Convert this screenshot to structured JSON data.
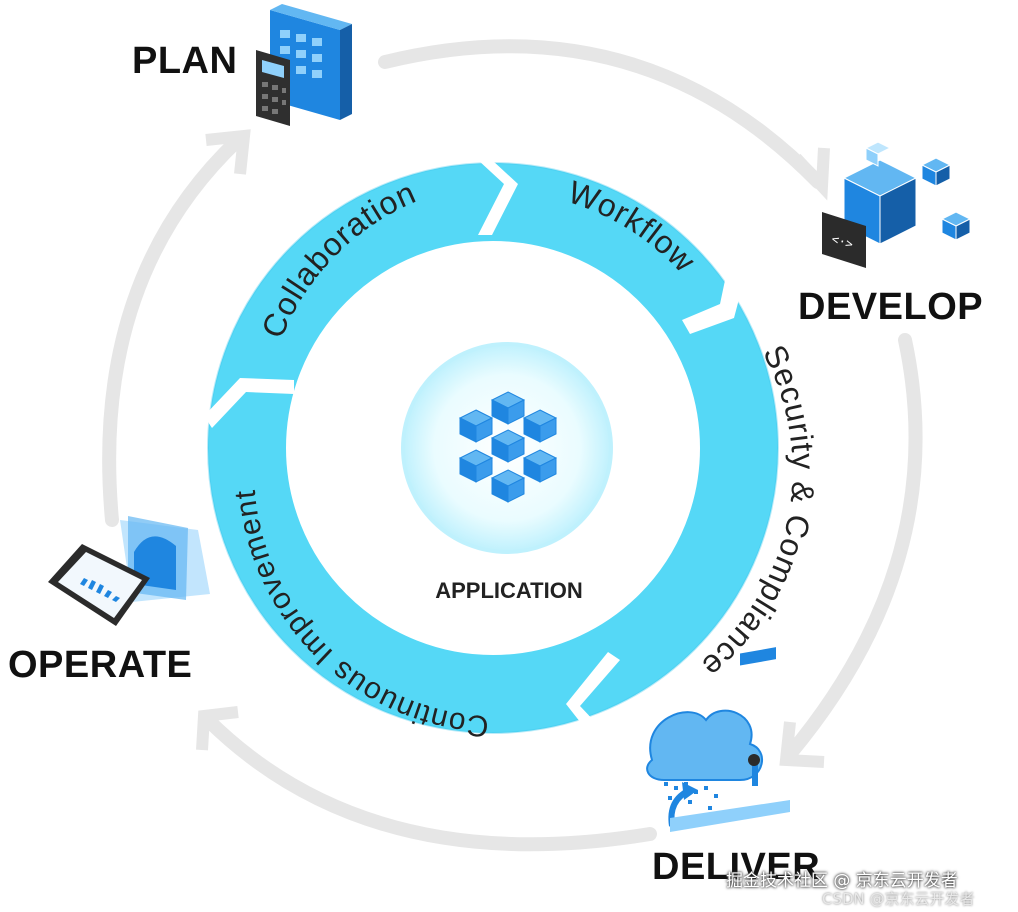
{
  "stages": {
    "plan": "PLAN",
    "develop": "DEVELOP",
    "deliver": "DELIVER",
    "operate": "OPERATE"
  },
  "ring": {
    "collaboration": "Collaboration",
    "workflow": "Workflow",
    "security": "Security & Compliance",
    "improvement": "Continuous Improvement"
  },
  "center": {
    "label": "APPLICATION"
  },
  "watermark": {
    "line1": "掘金技术社区 @ 京东云开发者",
    "line2": "CSDN @京东云开发者"
  },
  "colors": {
    "ring": "#55d8f6",
    "ring_dark": "#3cc6ea",
    "outer_arrow": "#e6e6e6",
    "icon_blue": "#1f86e0",
    "icon_light": "#62b7f2"
  }
}
